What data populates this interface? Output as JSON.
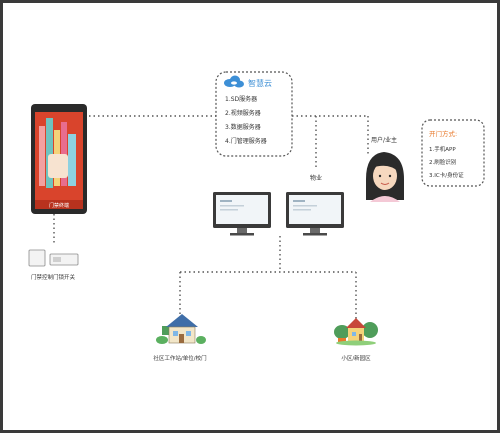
{
  "cloud": {
    "title": "智慧云",
    "services": [
      "1.SD服务器",
      "2.视频服务器",
      "3.数据服务器",
      "4.门管理服务器"
    ]
  },
  "terminal": {
    "banner_label": "门禁终端"
  },
  "controller": {
    "label": "门禁控制门锁开关"
  },
  "property": {
    "label": "物业"
  },
  "owner": {
    "label": "用户/业主"
  },
  "unlock_methods": {
    "title": "开门方式:",
    "items": [
      "1.手机APP",
      "2.刷脸识别",
      "3.IC卡/身份证"
    ]
  },
  "sites": [
    {
      "label": "社区工作站/单位/校门"
    },
    {
      "label": "小区/新园区"
    }
  ],
  "colors": {
    "cloud_blue": "#3d8fd6",
    "method_title_orange": "#e8792b",
    "terminal_red": "#d9442c",
    "line_gray": "#555555"
  }
}
